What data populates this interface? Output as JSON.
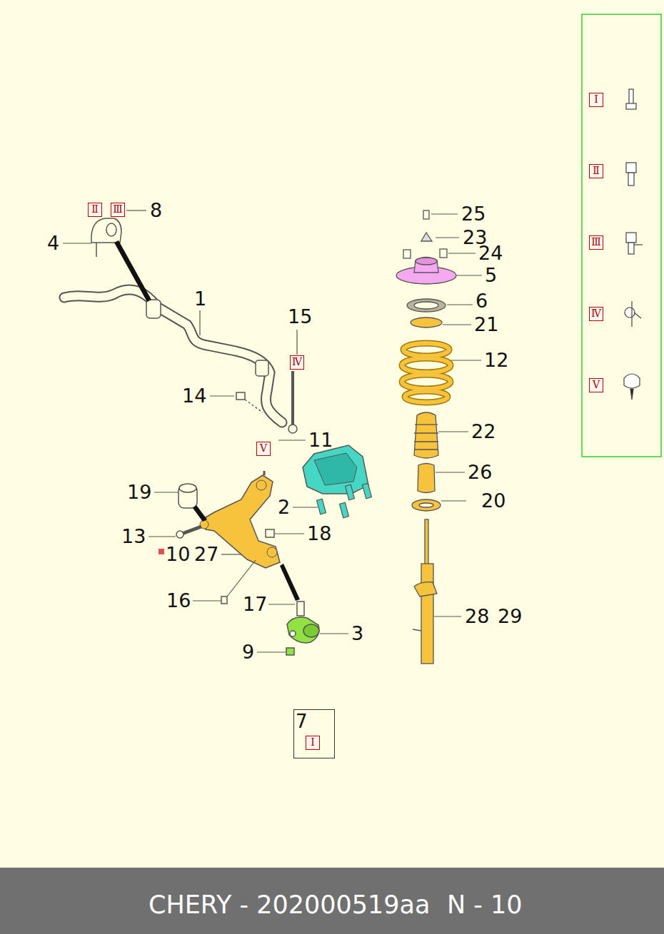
{
  "diagram": {
    "nodes": [
      {
        "text": [
          "Ⅱ"
        ]
      },
      {
        "text": [
          "Ⅲ"
        ]
      },
      {
        "text": [
          "Ⅳ"
        ]
      },
      {
        "text": [
          "Ⅴ"
        ]
      },
      {
        "text": [
          "7"
        ]
      },
      {
        "text": [
          "Ⅰ"
        ],
        "in": 4
      },
      {
        "text": [
          "Ⅰ"
        ]
      },
      {
        "text": [
          "Ⅱ"
        ]
      },
      {
        "text": [
          "Ⅲ"
        ]
      },
      {
        "text": [
          "Ⅳ"
        ]
      },
      {
        "text": [
          "Ⅴ"
        ]
      }
    ],
    "labels": [
      "8",
      "4",
      "1",
      "15",
      "14",
      "11",
      "2",
      "19",
      "13",
      "10",
      "27",
      "18",
      "16",
      "17",
      "3",
      "9",
      "25",
      "23",
      "24",
      "5",
      "6",
      "21",
      "12",
      "22",
      "26",
      "20",
      "28",
      "29",
      "CHERY - 202000519aa",
      "N - 10"
    ]
  }
}
